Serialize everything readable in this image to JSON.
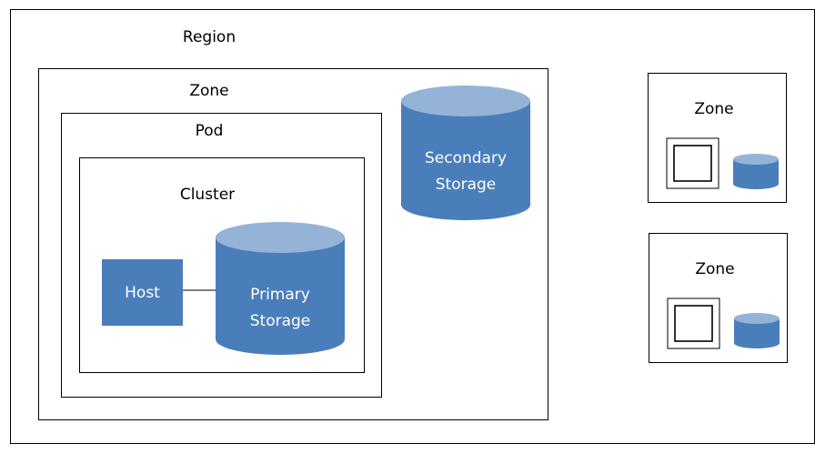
{
  "region": {
    "label": "Region"
  },
  "main_zone": {
    "label": "Zone",
    "pod": {
      "label": "Pod",
      "cluster": {
        "label": "Cluster",
        "host": {
          "label": "Host"
        },
        "primary_storage": {
          "line1": "Primary",
          "line2": "Storage"
        }
      }
    },
    "secondary_storage": {
      "line1": "Secondary",
      "line2": "Storage"
    }
  },
  "other_zones": [
    {
      "label": "Zone"
    },
    {
      "label": "Zone"
    }
  ],
  "colors": {
    "storage_body": "#4a7ebb",
    "storage_top": "#95b3d7",
    "host": "#4a7ebb",
    "outline": "#000000"
  }
}
